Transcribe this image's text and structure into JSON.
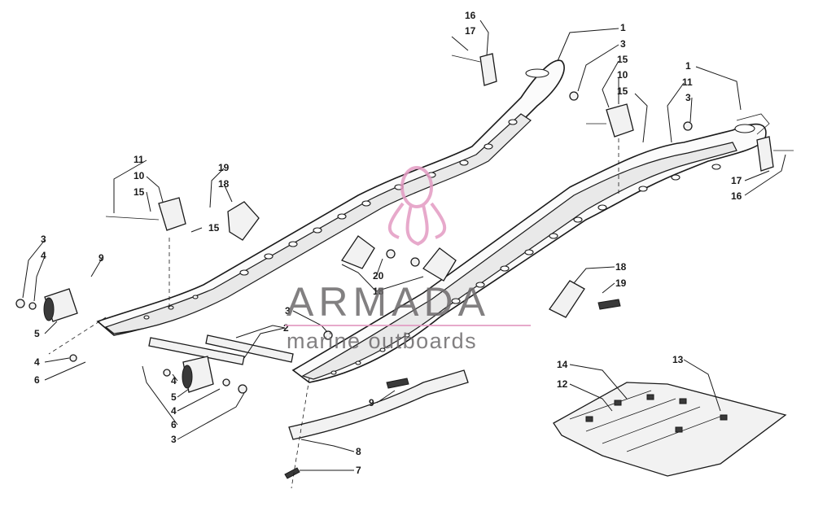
{
  "callouts": {
    "c16_top": "16",
    "c17_top": "17",
    "c1_top": "1",
    "c3_top": "3",
    "c15_a": "15",
    "c10_a": "10",
    "c15_b": "15",
    "c1_right": "1",
    "c11_right": "11",
    "c3_right": "3",
    "c17_right": "17",
    "c16_right": "16",
    "c11_left": "11",
    "c10_left": "10",
    "c15_left": "15",
    "c15_left2": "15",
    "c19_left": "19",
    "c18_left": "18",
    "c3_left": "3",
    "c4_left": "4",
    "c9_left": "9",
    "c5_left": "5",
    "c4_left2": "4",
    "c6_left": "6",
    "c20_mid": "20",
    "c18_mid": "18",
    "c18_right": "18",
    "c19_right": "19",
    "c3_mid": "3",
    "c2_mid": "2",
    "c4_low": "4",
    "c5_low": "5",
    "c4_low2": "4",
    "c6_low": "6",
    "c3_low": "3",
    "c9_low": "9",
    "c8_low": "8",
    "c7_low": "7",
    "c14_track": "14",
    "c12_track": "12",
    "c13_track": "13"
  },
  "watermark": {
    "brand": "ARMADA",
    "tagline": "marine outboards",
    "logo_color": "#e39bc3",
    "text_color": "#6d6a6c"
  },
  "icons": {
    "logo": "octopus-logo-icon"
  }
}
